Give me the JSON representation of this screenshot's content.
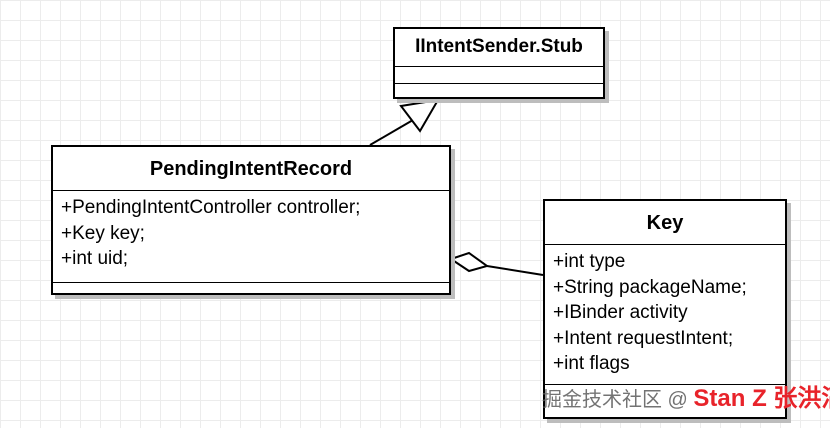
{
  "classes": {
    "stub": {
      "name": "IIntentSender.Stub"
    },
    "pending_intent_record": {
      "name": "PendingIntentRecord",
      "attributes": [
        "+PendingIntentController controller;",
        "+Key key;",
        "+int uid;"
      ]
    },
    "key": {
      "name": "Key",
      "attributes": [
        "+int type",
        "+String packageName;",
        "+IBinder activity",
        "+Intent requestIntent;",
        "+int flags"
      ]
    }
  },
  "relations": [
    {
      "type": "generalization",
      "from": "PendingIntentRecord",
      "to": "IIntentSender.Stub"
    },
    {
      "type": "aggregation",
      "from": "Key",
      "to": "PendingIntentRecord"
    }
  ],
  "watermark": {
    "source": "掘金技术社区 @ ",
    "author": "Stan Z 张洪滔"
  },
  "colors": {
    "stroke": "#000000",
    "shadow": "#bdbdbd",
    "grid": "#ececec",
    "watermark_red": "#e8232a"
  }
}
